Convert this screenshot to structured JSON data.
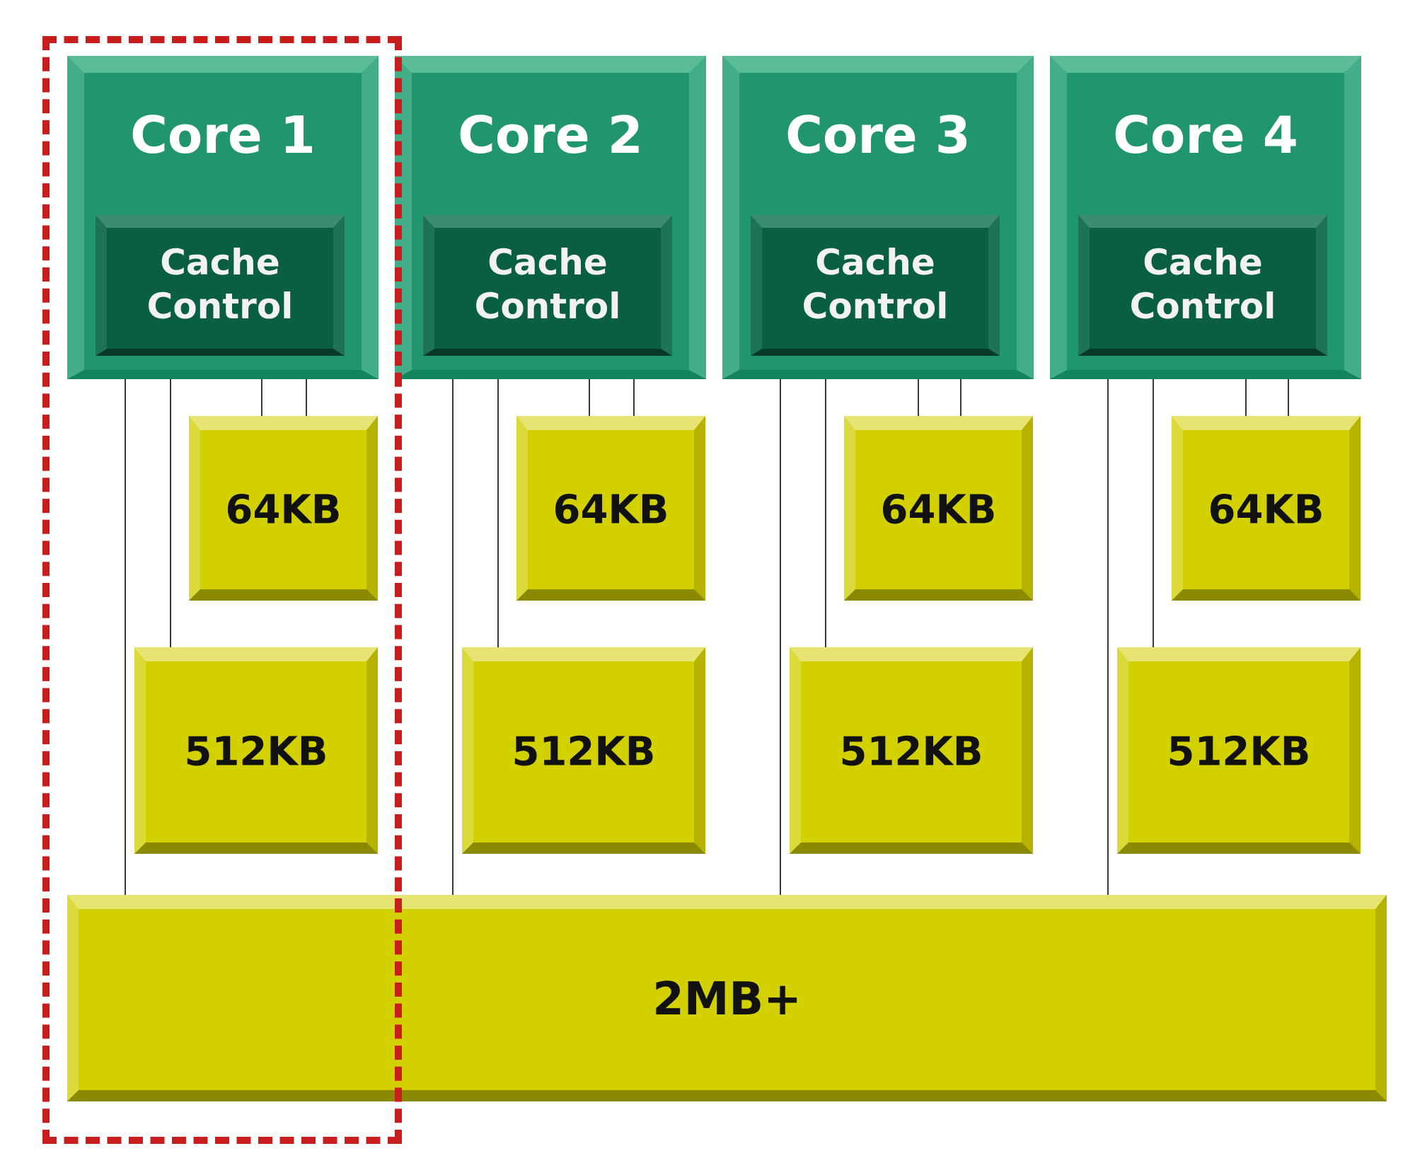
{
  "colors": {
    "core": "#21956d",
    "cache_control": "#0a5e44",
    "cache_block": "#d3d000",
    "highlight": "#c91d1d"
  },
  "cores": [
    {
      "title": "Core 1",
      "cache_control": "Cache\nControl",
      "l1": "64KB",
      "l2": "512KB"
    },
    {
      "title": "Core 2",
      "cache_control": "Cache\nControl",
      "l1": "64KB",
      "l2": "512KB"
    },
    {
      "title": "Core 3",
      "cache_control": "Cache\nControl",
      "l1": "64KB",
      "l2": "512KB"
    },
    {
      "title": "Core 4",
      "cache_control": "Cache\nControl",
      "l1": "64KB",
      "l2": "512KB"
    }
  ],
  "shared_cache": {
    "label": "2MB+"
  }
}
